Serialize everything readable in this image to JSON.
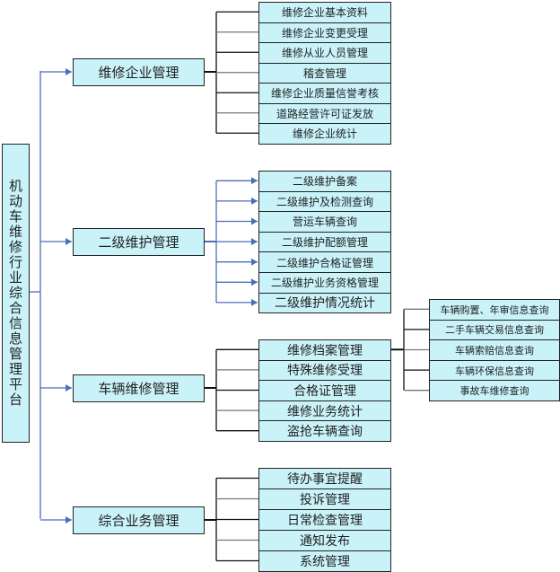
{
  "root": "机动车维修行业综合信息管理平台",
  "groups": [
    {
      "label": "维修企业管理",
      "children": [
        "维修企业基本资料",
        "维修企业变更受理",
        "维修从业人员管理",
        "稽查管理",
        "维修企业质量信誉考核",
        "道路经营许可证发放",
        "维修企业统计"
      ]
    },
    {
      "label": "二级维护管理",
      "children": [
        "二级维护备案",
        "二级维护及检测查询",
        "营运车辆查询",
        "二级维护配额管理",
        "二级维护合格证管理",
        "二级维护业务资格管理",
        "二级维护情况统计"
      ]
    },
    {
      "label": "车辆维修管理",
      "children": [
        "维修档案管理",
        "特殊维修受理",
        "合格证管理",
        "维修业务统计",
        "盗抢车辆查询"
      ]
    },
    {
      "label": "综合业务管理",
      "children": [
        "待办事宜提醒",
        "投诉管理",
        "日常检查管理",
        "通知发布",
        "系统管理"
      ]
    }
  ],
  "archive_children": [
    "车辆购置、年审信息查询",
    "二手车辆交易信息查询",
    "车辆索赔信息查询",
    "车辆环保信息查询",
    "事故车维修查询"
  ],
  "colors": {
    "box": "#c9f3f9",
    "arrow": "#4a6fb5"
  }
}
